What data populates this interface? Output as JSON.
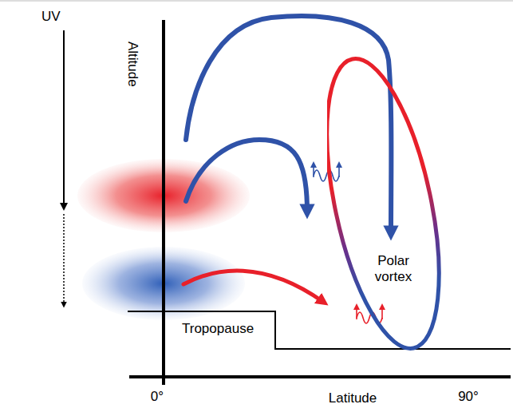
{
  "diagram": {
    "nodes": [
      {
        "text": [
          "Polar vortex"
        ]
      }
    ],
    "labels": [
      "UV",
      "Altitude",
      "Tropopause",
      "0°",
      "Latitude",
      "90°"
    ]
  }
}
